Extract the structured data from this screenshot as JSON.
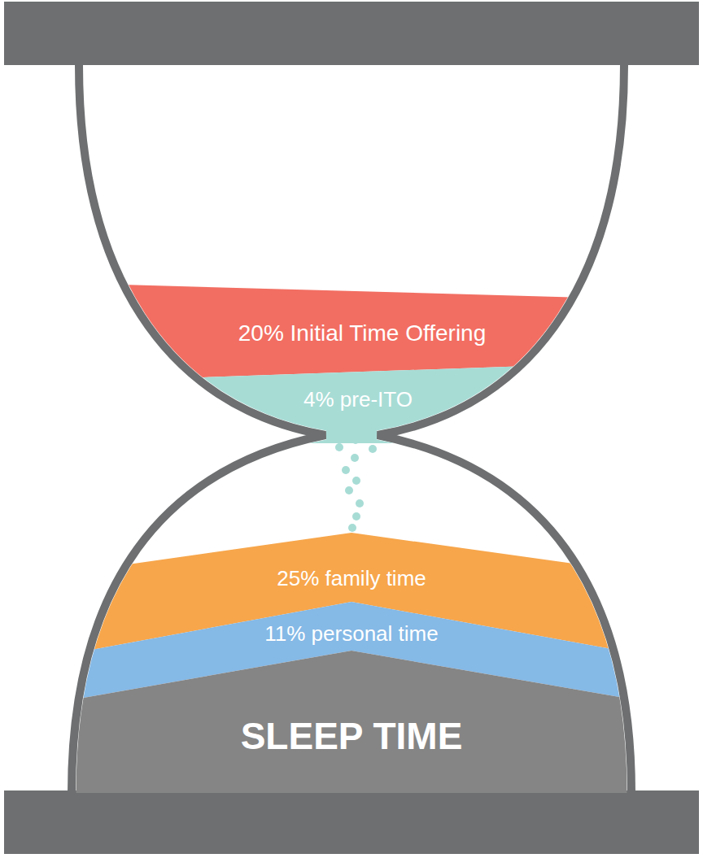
{
  "diagram": {
    "nodes": [
      {
        "text": [
          "20% Initial Time Offering"
        ]
      },
      {
        "text": [
          "4% pre-ITO"
        ]
      },
      {
        "text": [
          "25% family time"
        ]
      },
      {
        "text": [
          "11% personal time"
        ]
      },
      {
        "text": [
          "SLEEP TIME"
        ]
      }
    ]
  }
}
